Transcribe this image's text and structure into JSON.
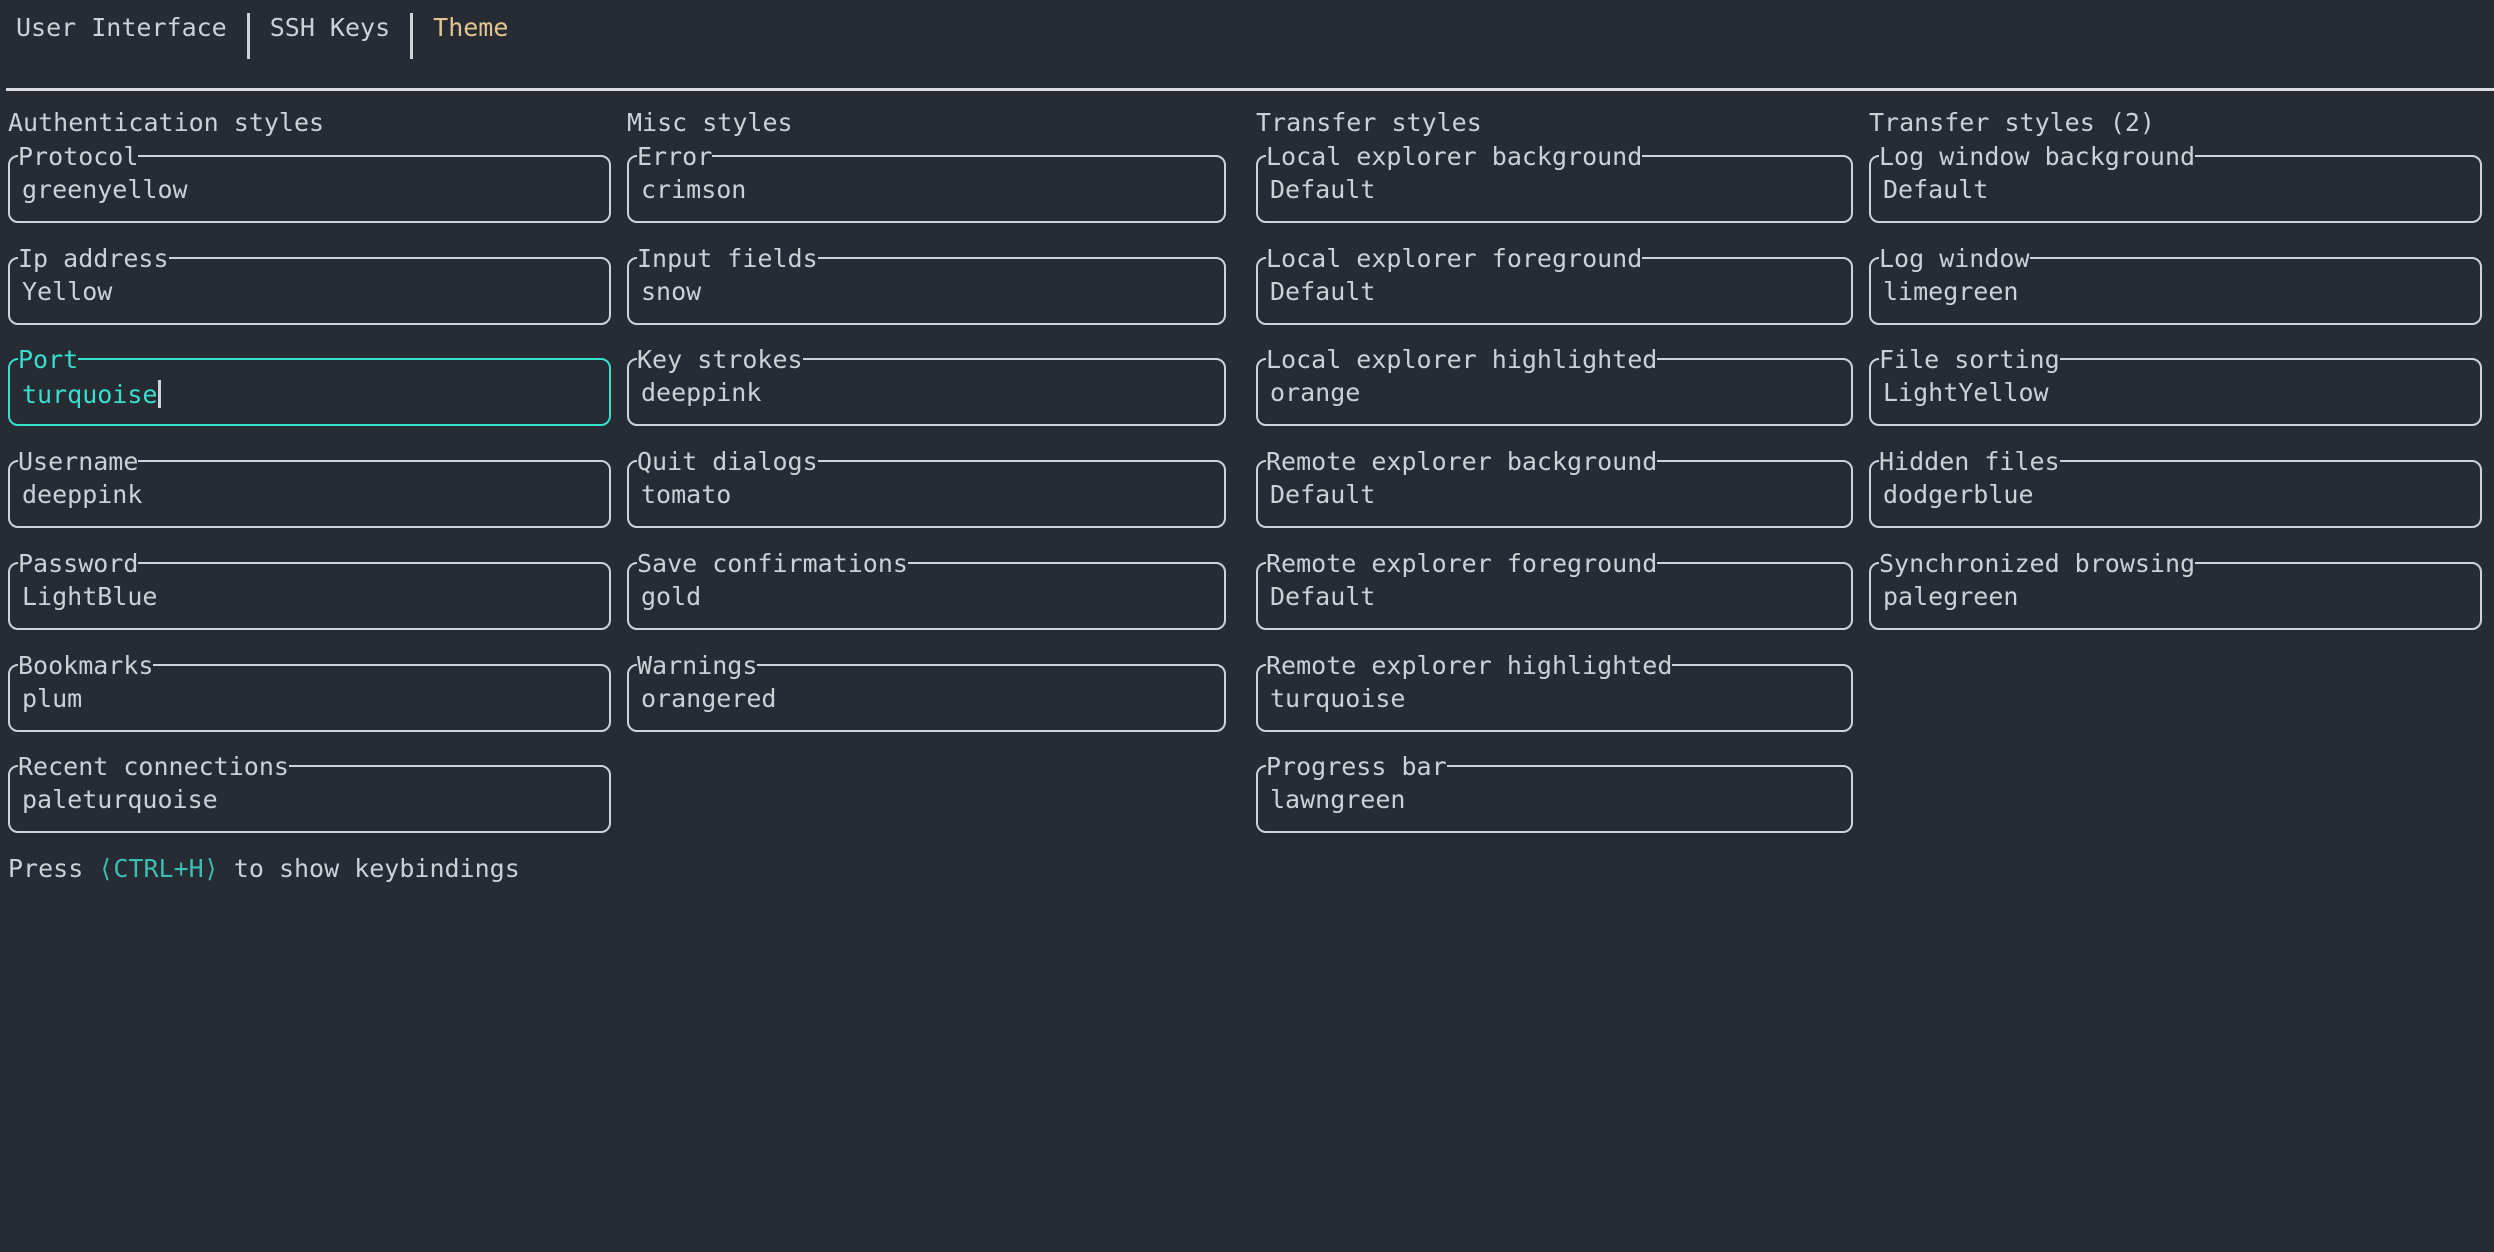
{
  "colors": {
    "background": "#262b34",
    "foreground": "#ccd1d8",
    "border": "#ced3da",
    "active_tab_tan": "#e2c58f",
    "focused_cyan": "#38dfca",
    "keybinding_teal": "#3bbfb1",
    "divider": "#d8dce1"
  },
  "tabs": [
    {
      "label": "User Interface",
      "active": false
    },
    {
      "label": "SSH Keys",
      "active": false
    },
    {
      "label": "Theme",
      "active": true
    }
  ],
  "columns": [
    {
      "title": "Authentication styles",
      "fields": [
        {
          "label": "Protocol",
          "value": "greenyellow",
          "focused": false
        },
        {
          "label": "Ip address",
          "value": "Yellow",
          "focused": false
        },
        {
          "label": "Port",
          "value": "turquoise",
          "focused": true
        },
        {
          "label": "Username",
          "value": "deeppink",
          "focused": false
        },
        {
          "label": "Password",
          "value": "LightBlue",
          "focused": false
        },
        {
          "label": "Bookmarks",
          "value": "plum",
          "focused": false
        },
        {
          "label": "Recent connections",
          "value": "paleturquoise",
          "focused": false
        }
      ]
    },
    {
      "title": "Misc styles",
      "fields": [
        {
          "label": "Error",
          "value": "crimson",
          "focused": false
        },
        {
          "label": "Input fields",
          "value": "snow",
          "focused": false
        },
        {
          "label": "Key strokes",
          "value": "deeppink",
          "focused": false
        },
        {
          "label": "Quit dialogs",
          "value": "tomato",
          "focused": false
        },
        {
          "label": "Save confirmations",
          "value": "gold",
          "focused": false
        },
        {
          "label": "Warnings",
          "value": "orangered",
          "focused": false
        }
      ]
    },
    {
      "title": "Transfer styles",
      "fields": [
        {
          "label": "Local explorer background",
          "value": "Default",
          "focused": false
        },
        {
          "label": "Local explorer foreground",
          "value": "Default",
          "focused": false
        },
        {
          "label": "Local explorer highlighted",
          "value": "orange",
          "focused": false
        },
        {
          "label": "Remote explorer background",
          "value": "Default",
          "focused": false
        },
        {
          "label": "Remote explorer foreground",
          "value": "Default",
          "focused": false
        },
        {
          "label": "Remote explorer highlighted",
          "value": "turquoise",
          "focused": false
        },
        {
          "label": "Progress bar",
          "value": "lawngreen",
          "focused": false
        }
      ]
    },
    {
      "title": "Transfer styles (2)",
      "fields": [
        {
          "label": "Log window background",
          "value": "Default",
          "focused": false
        },
        {
          "label": "Log window",
          "value": "limegreen",
          "focused": false
        },
        {
          "label": "File sorting",
          "value": "LightYellow",
          "focused": false
        },
        {
          "label": "Hidden files",
          "value": "dodgerblue",
          "focused": false
        },
        {
          "label": "Synchronized browsing",
          "value": "palegreen",
          "focused": false
        }
      ]
    }
  ],
  "footer": {
    "prefix": "Press ",
    "key": "⟨CTRL+H⟩",
    "suffix": " to show keybindings"
  }
}
